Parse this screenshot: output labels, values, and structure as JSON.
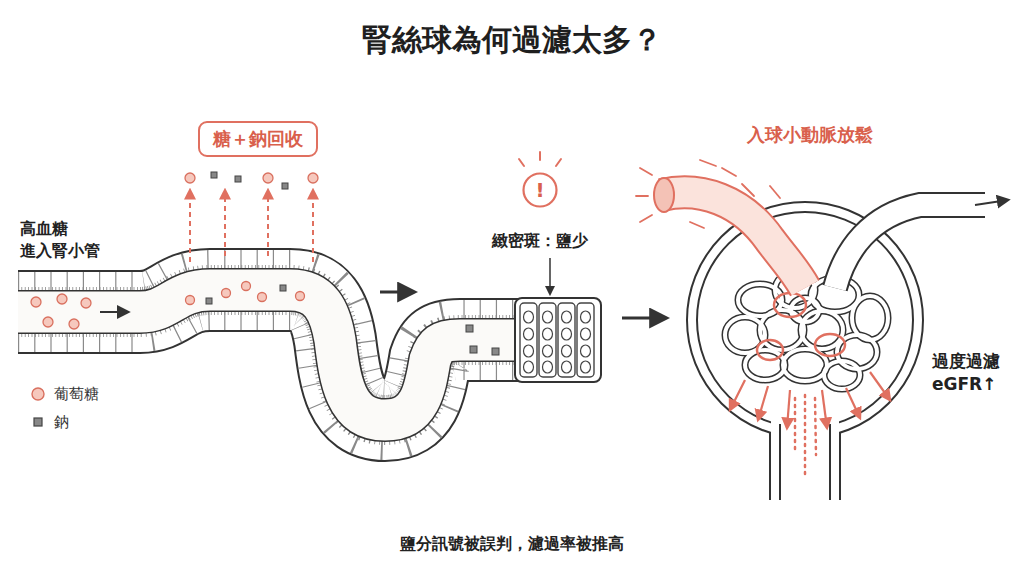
{
  "diagram": {
    "title": "腎絲球為何過濾太多？",
    "caption": "鹽分訊號被誤判，濾過率被推高",
    "nodes": [
      {
        "text": [
          "糖＋鈉回收"
        ]
      },
      {
        "text": [
          "!"
        ]
      }
    ],
    "labels": [
      "高血糖 進入腎小管",
      "緻密斑：鹽少",
      "入球小動脈放鬆",
      "過度過濾 eGFR↑"
    ],
    "legend": [
      {
        "text": "葡萄糖"
      },
      {
        "text": "鈉"
      }
    ]
  }
}
